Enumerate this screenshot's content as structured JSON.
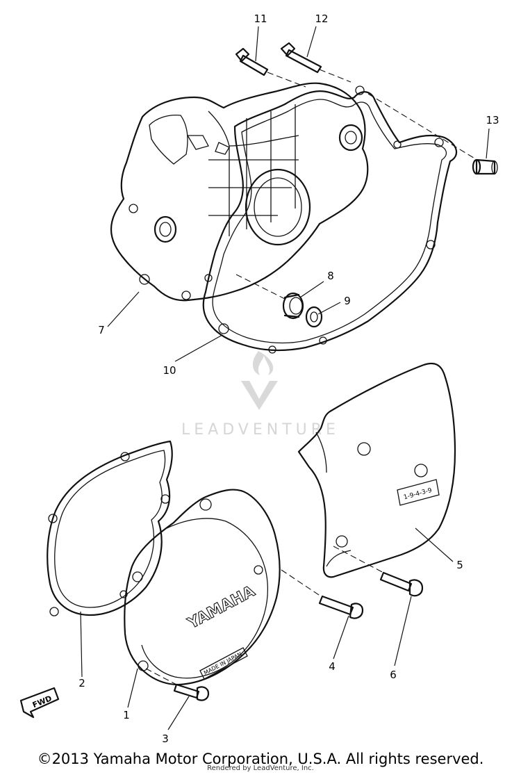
{
  "diagram": {
    "labels": [
      {
        "num": "11"
      },
      {
        "num": "12"
      },
      {
        "num": "13"
      },
      {
        "num": "8"
      },
      {
        "num": "9"
      },
      {
        "num": "7"
      },
      {
        "num": "10"
      },
      {
        "num": "5"
      },
      {
        "num": "2"
      },
      {
        "num": "4"
      },
      {
        "num": "6"
      },
      {
        "num": "1"
      },
      {
        "num": "3"
      }
    ],
    "cover_brand": "YAMAHA",
    "cover_stamp": "MADE IN JAPAN",
    "direction_marker": "FWD",
    "plate_text": "1-9-4-3-9",
    "watermark": "LEADVENTURE"
  },
  "footer": {
    "copyright": "©2013 Yamaha Motor Corporation, U.S.A. All rights reserved.",
    "rendered_by": "Rendered by LeadVenture, Inc."
  }
}
